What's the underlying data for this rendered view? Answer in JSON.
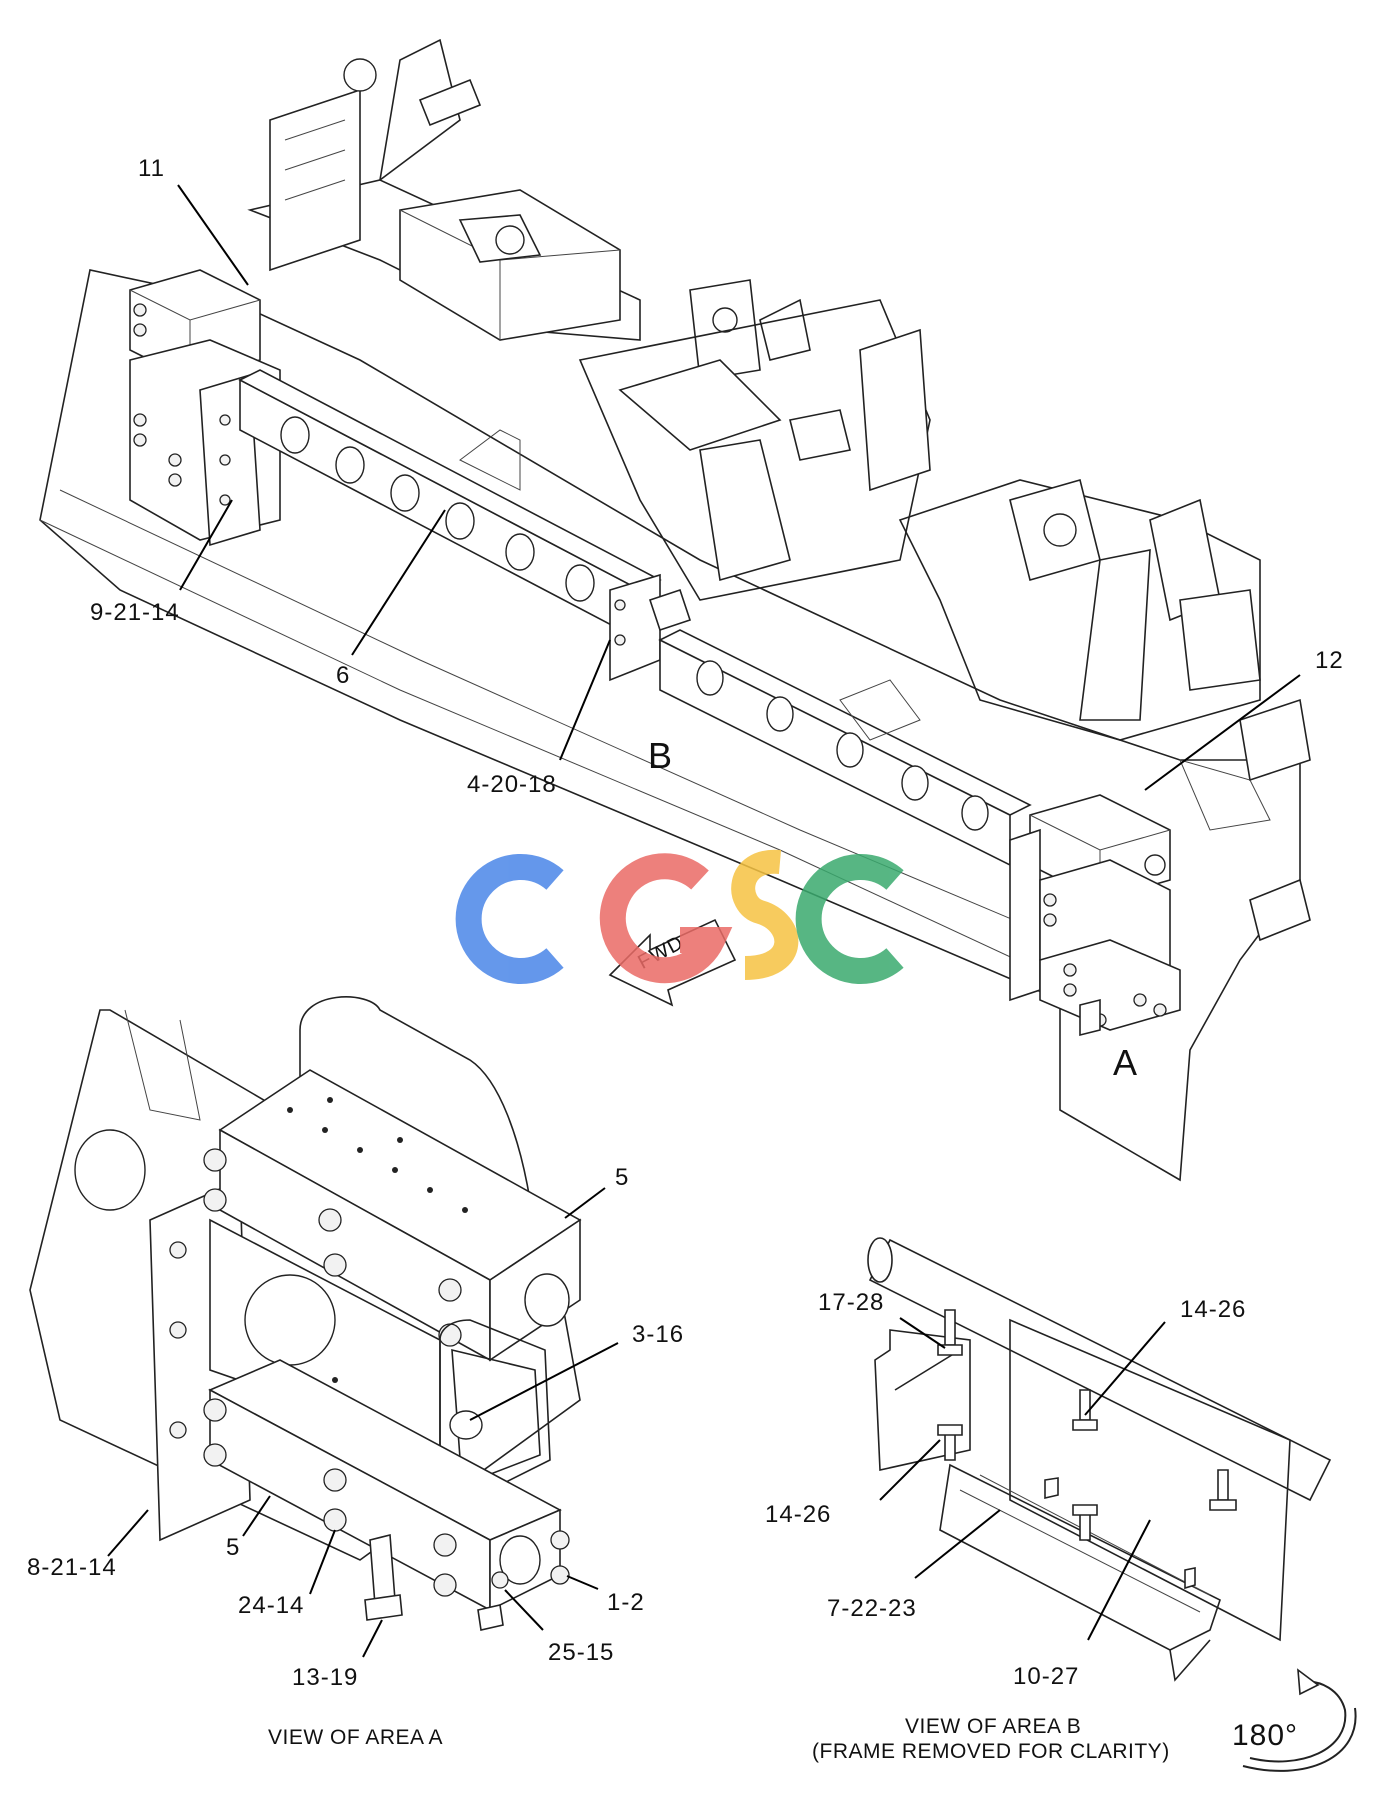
{
  "callouts": {
    "c11": "11",
    "c9_21_14": "9-21-14",
    "c6": "6",
    "c4_20_18": "4-20-18",
    "c12": "12",
    "area_b": "B",
    "area_a": "A",
    "fwd": "FWD",
    "view_a_5_top": "5",
    "view_a_3_16": "3-16",
    "view_a_8_21_14": "8-21-14",
    "view_a_5_bottom": "5",
    "view_a_24_14": "24-14",
    "view_a_1_2": "1-2",
    "view_a_25_15": "25-15",
    "view_a_13_19": "13-19",
    "view_b_17_28": "17-28",
    "view_b_14_26_right": "14-26",
    "view_b_14_26_left": "14-26",
    "view_b_7_22_23": "7-22-23",
    "view_b_10_27": "10-27"
  },
  "captions": {
    "view_a": "VIEW OF AREA A",
    "view_b_line1": "VIEW OF AREA B",
    "view_b_line2": "(FRAME REMOVED FOR CLARITY)",
    "rotation": "180°"
  },
  "watermark": {
    "text": "CGSC",
    "colors": [
      "#4a86e8",
      "#ea6b66",
      "#f6c342",
      "#3aaa6e"
    ]
  }
}
